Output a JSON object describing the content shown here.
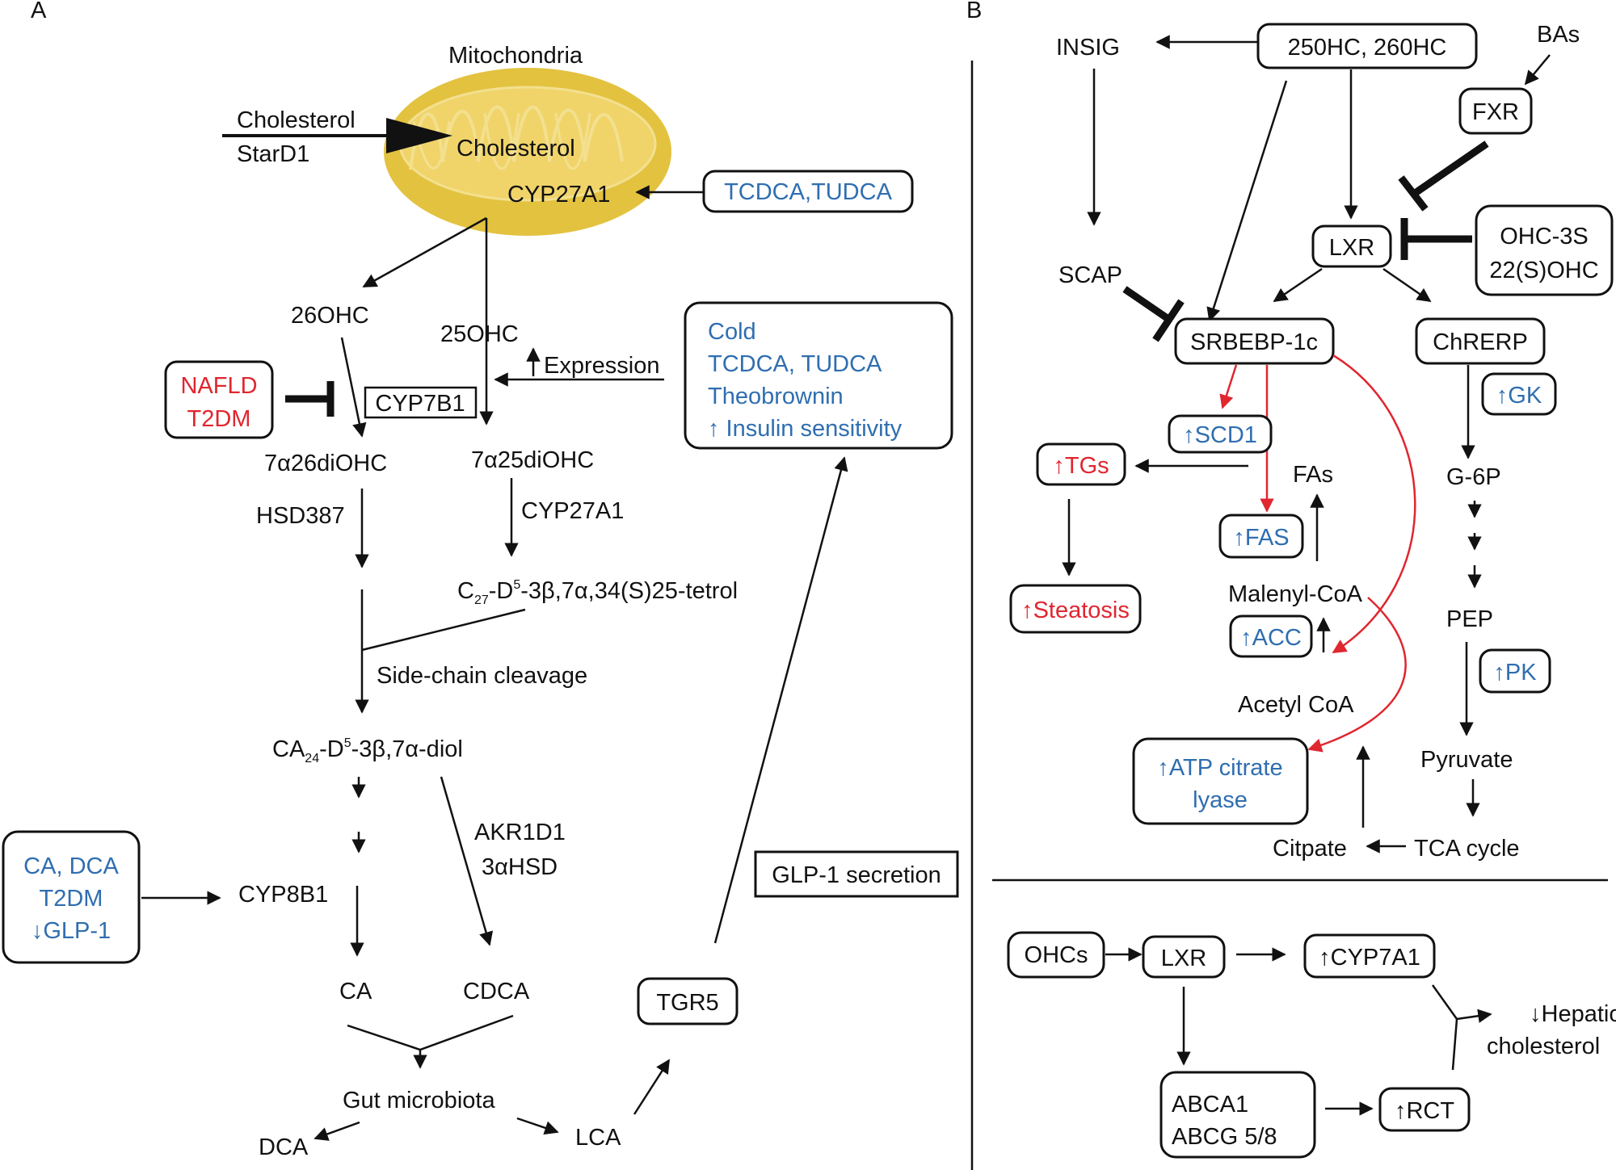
{
  "panel_a": {
    "label": "A",
    "mitochondria": "Mitochondria",
    "cholesterol_in": "Cholesterol",
    "stard1": "StarD1",
    "cholesterol_mito": "Cholesterol",
    "cyp27a1_mito": "CYP27A1",
    "tcdca_tudca_box": "TCDCA,TUDCA",
    "ohc26": "26OHC",
    "ohc25": "25OHC",
    "expression": "Expression",
    "cold_box": [
      "Cold",
      "TCDCA, TUDCA",
      "Theobrownin",
      "↑ Insulin sensitivity"
    ],
    "nafld_box": [
      "NAFLD",
      "T2DM"
    ],
    "cyp7b1": "CYP7B1",
    "diohc_7a26": "7α26diOHC",
    "diohc_7a25": "7α25diOHC",
    "hsd387": "HSD387",
    "cyp27a1_b": "CYP27A1",
    "tetrol": {
      "a": "C",
      "sub": "27",
      "b": "-D",
      "sup": "5",
      "c": "-3β,7α,34(S)25-tetrol"
    },
    "side_chain": "Side-chain cleavage",
    "diol": {
      "a": "CA",
      "sub": "24",
      "b": "-D",
      "sup": "5",
      "c": "-3β,7α-diol"
    },
    "akr1d1": "AKR1D1",
    "hsd3a": "3αHSD",
    "ca_dca_box": [
      "CA, DCA",
      "T2DM",
      "↓GLP-1"
    ],
    "cyp8b1": "CYP8B1",
    "ca": "CA",
    "cdca": "CDCA",
    "gut": "Gut microbiota",
    "dca": "DCA",
    "lca": "LCA",
    "tgr5": "TGR5",
    "glp1": "GLP-1 secretion"
  },
  "panel_b": {
    "label": "B",
    "insig": "INSIG",
    "hc250": "250HC, 260HC",
    "bas": "BAs",
    "fxr": "FXR",
    "lxr": "LXR",
    "ohc3s_box": [
      "OHC-3S",
      "22(S)OHC"
    ],
    "scap": "SCAP",
    "srebp": "SRBEBP-1c",
    "chrerp": "ChRERP",
    "gk": "↑GK",
    "scd1": "↑SCD1",
    "tgs": "↑TGs",
    "fas_text": "FAs",
    "fas_box": "↑FAS",
    "g6p": "G-6P",
    "steatosis": "↑Steatosis",
    "malenyl": "Malenyl-CoA",
    "acc": "↑ACC",
    "pep": "PEP",
    "pk": "↑PK",
    "acetyl": "Acetyl CoA",
    "atp_box": [
      "↑ATP citrate",
      "lyase"
    ],
    "pyruvate": "Pyruvate",
    "citpate": "Citpate",
    "tca": "TCA cycle",
    "ohcs": "OHCs",
    "lxr2": "LXR",
    "cyp7a1": "↑CYP7A1",
    "hepatic": [
      "↓Hepatic",
      "cholesterol"
    ],
    "abca_box": [
      "ABCA1",
      "ABCG 5/8"
    ],
    "rct": "↑RCT"
  },
  "colors": {
    "blue_text": "#2f6eb0",
    "red_text": "#e0262f",
    "mitochondria_fill": "#e3c23f",
    "inner_membrane": "#f3e08f"
  }
}
